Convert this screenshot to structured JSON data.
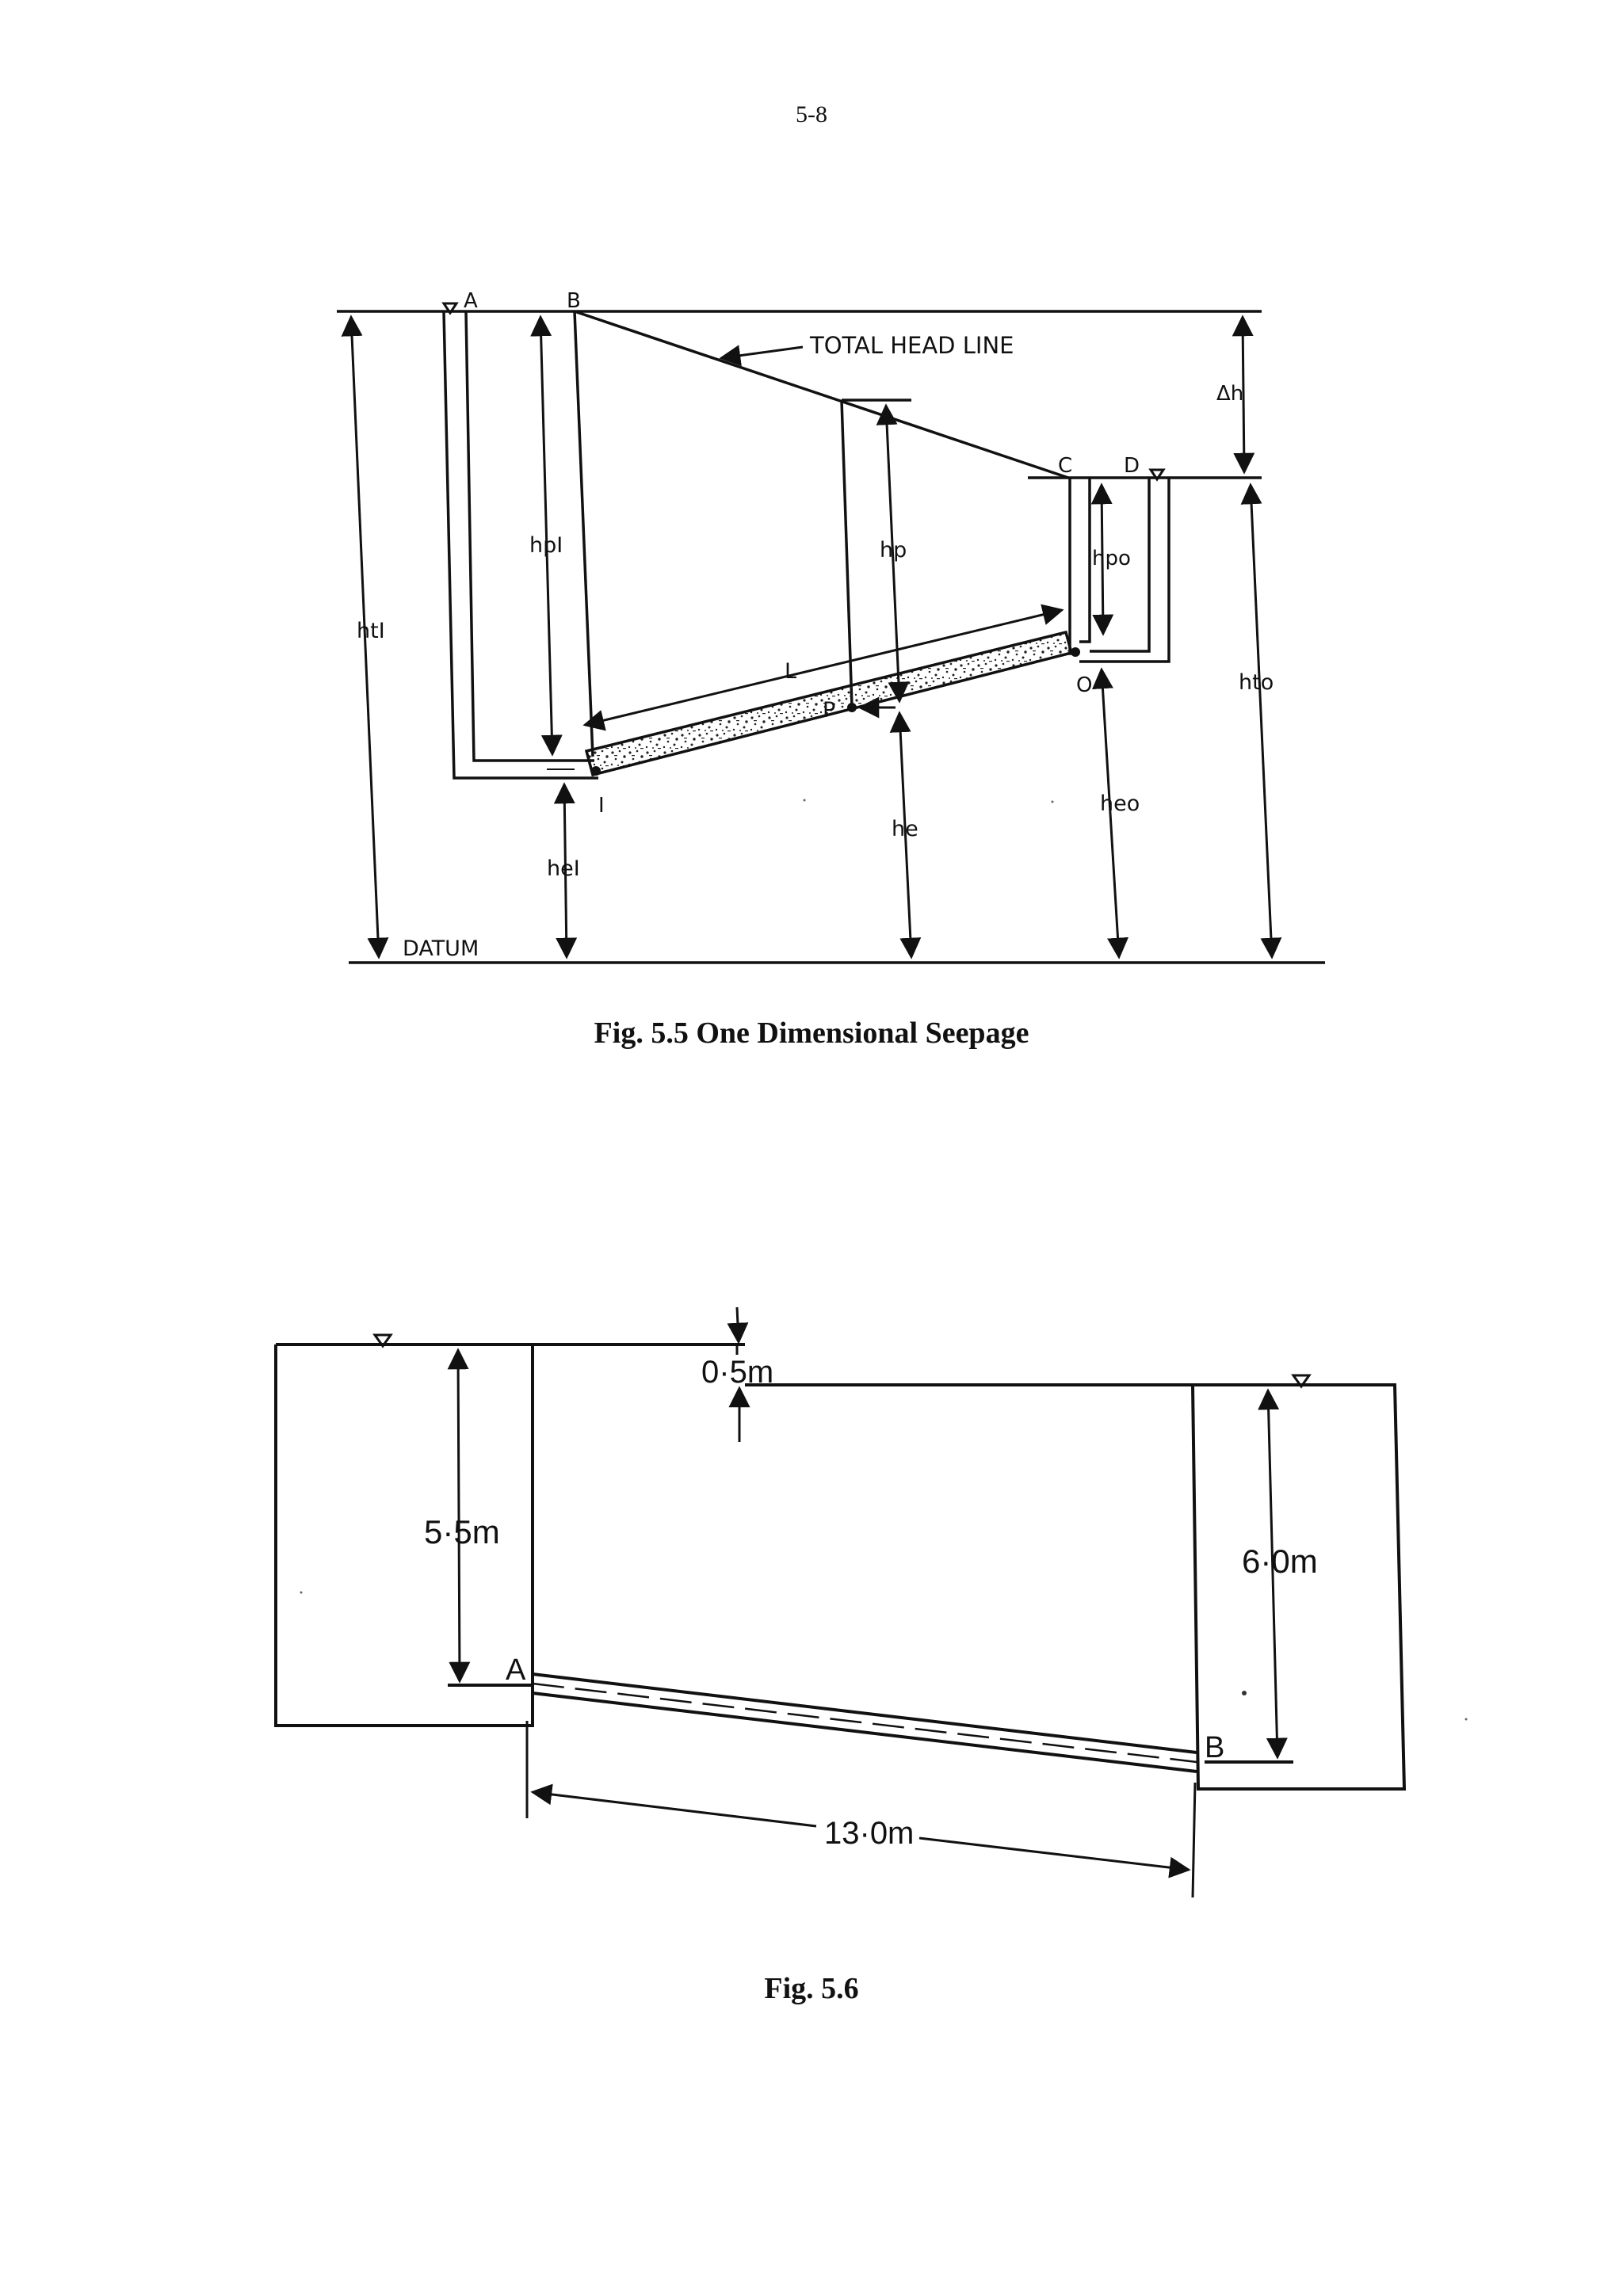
{
  "page": {
    "number": "5-8"
  },
  "fig55": {
    "caption": "Fig. 5.5  One Dimensional Seepage",
    "labels": {
      "A": "A",
      "B": "B",
      "C": "C",
      "D": "D",
      "I": "I",
      "O": "O",
      "P": "P",
      "L": "L",
      "total_head_line": "TOTAL HEAD LINE",
      "delta_h": "Δh",
      "h_tI": "htI",
      "h_pI": "hpI",
      "h_eI": "heI",
      "h_p": "hp",
      "h_e": "he",
      "h_po": "hpo",
      "h_eo": "heo",
      "h_to": "hto",
      "datum": "DATUM"
    }
  },
  "fig56": {
    "caption": "Fig. 5.6",
    "labels": {
      "A": "A",
      "B": "B",
      "drop": "0·5m",
      "left_head": "5·5m",
      "right_head": "6·0m",
      "length": "13·0m"
    }
  }
}
